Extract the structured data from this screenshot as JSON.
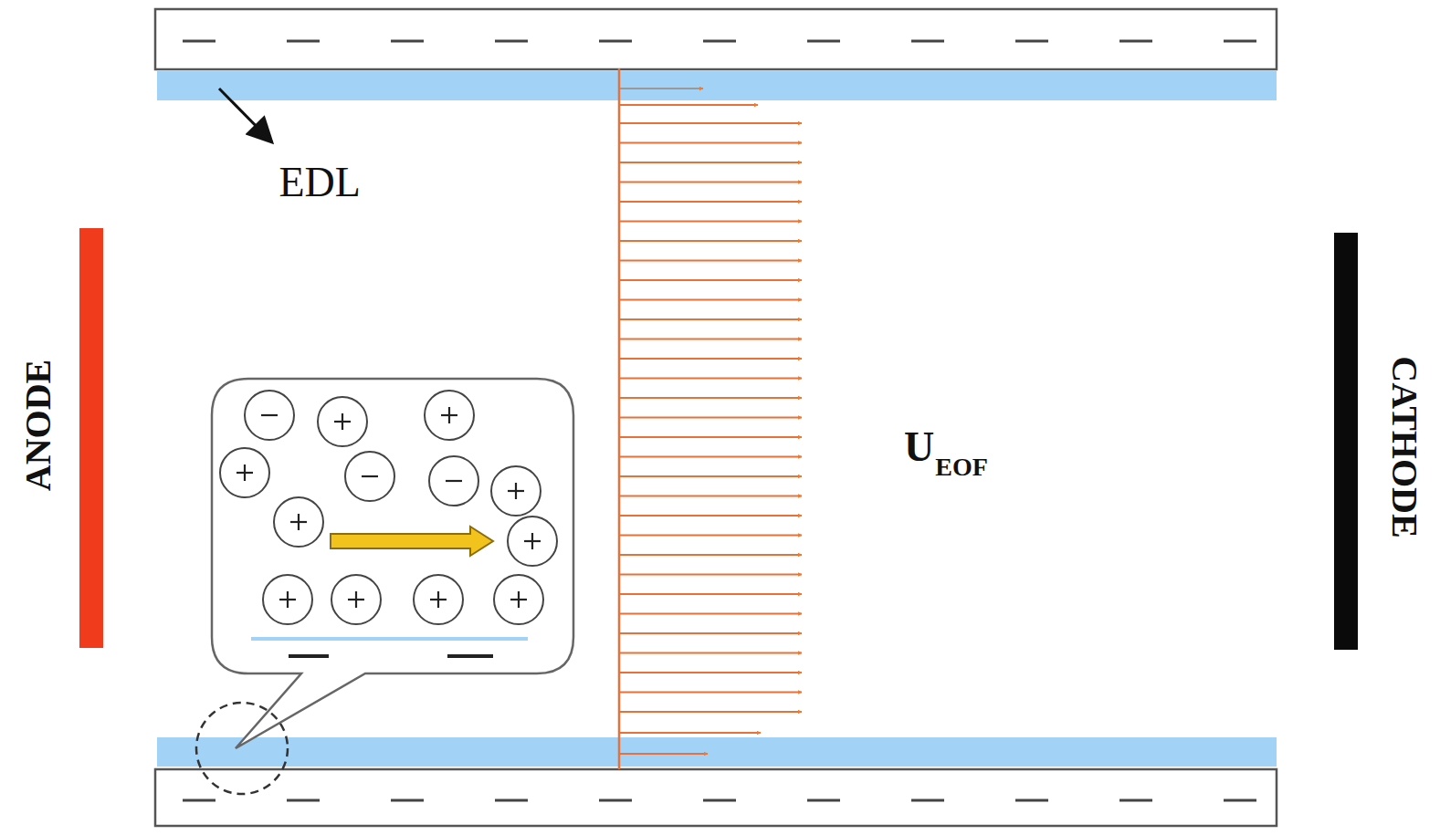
{
  "diagram": {
    "labels": [
      "EDL",
      "ANODE",
      "CATHODE",
      "U",
      "EOF"
    ]
  }
}
